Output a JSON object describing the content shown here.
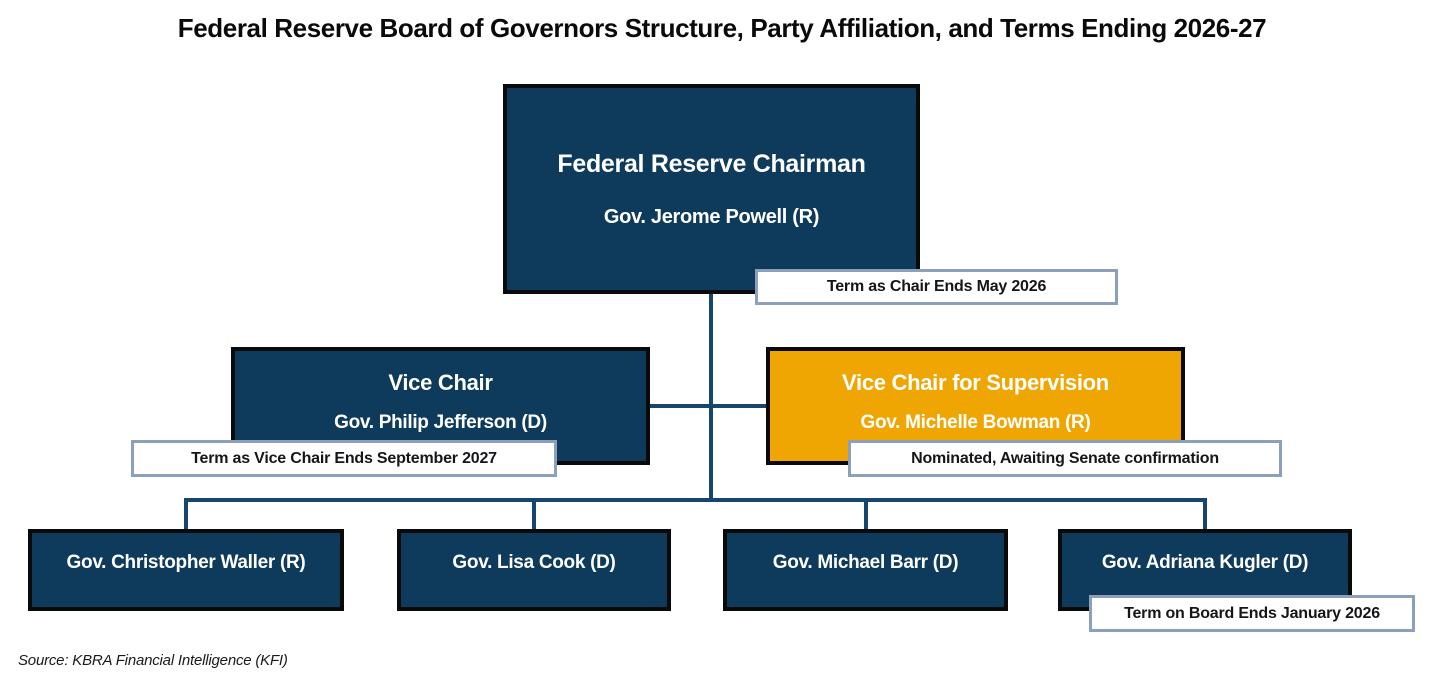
{
  "title": "Federal Reserve Board of Governors Structure, Party Affiliation, and Terms Ending 2026-27",
  "source_note": "Source: KBRA Financial Intelligence (KFI)",
  "colors": {
    "box_navy": "#0E3A5C",
    "box_gold": "#EFA602",
    "box_border_black": "#0A0A0A",
    "connector_line": "#16466E",
    "callout_border": "#8C9FBB",
    "callout_text": "#16161A",
    "box_text": "#FFFFFF",
    "background": "#FFFFFF"
  },
  "chairman": {
    "role": "Federal Reserve Chairman",
    "name": "Gov. Jerome Powell (R)",
    "callout": "Term as Chair Ends May 2026"
  },
  "vice_chair": {
    "role": "Vice Chair",
    "name": "Gov. Philip Jefferson (D)",
    "callout": "Term as Vice Chair Ends September 2027"
  },
  "vice_chair_supervision": {
    "role": "Vice Chair for Supervision",
    "name": "Gov. Michelle Bowman (R)",
    "callout": "Nominated, Awaiting Senate confirmation"
  },
  "governors": [
    {
      "name": "Gov. Christopher Waller (R)"
    },
    {
      "name": "Gov. Lisa Cook (D)"
    },
    {
      "name": "Gov. Michael Barr (D)"
    },
    {
      "name": "Gov. Adriana Kugler (D)",
      "callout": "Term on Board Ends January 2026"
    }
  ]
}
